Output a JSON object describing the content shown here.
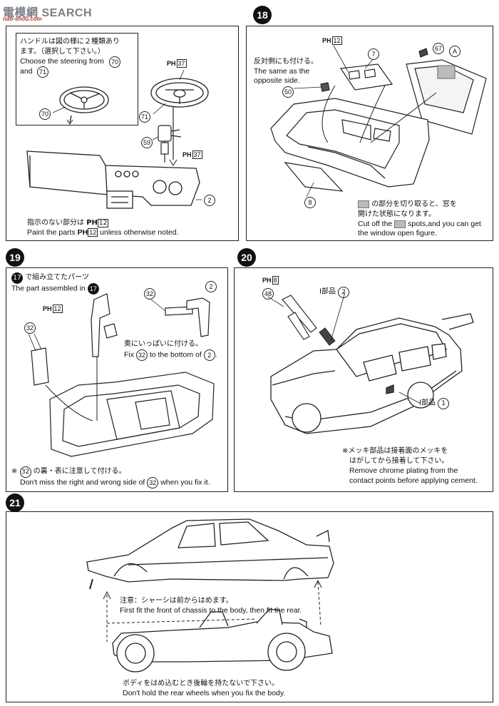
{
  "header": {
    "logo_text": "電模網  SEARCH",
    "logo_url": "nao-shou.com"
  },
  "steps": {
    "s17": {
      "jp_note": "ハンドルは図の様に２種類あり",
      "jp_note2": "ます。（選択して下さい。）",
      "en_note1": "Choose the steering from",
      "part_a": "70",
      "en_and": "and",
      "part_b": "71",
      "paint_bottom_jp": "指示のない部分は",
      "paint_bottom_code": "12",
      "paint_bottom_en1": "Paint the parts",
      "paint_bottom_en2": "unless otherwise noted.",
      "parts": [
        "70",
        "71",
        "59",
        "2"
      ],
      "paint_code_37": "37"
    },
    "s18": {
      "number": "18",
      "jp1": "反対側にも付ける。",
      "en1": "The same as the",
      "en2": "opposite side.",
      "paint_code": "12",
      "parts": [
        "7",
        "67",
        "A",
        "50",
        "8"
      ],
      "cut_jp1": "の部分を切り取ると、窓を",
      "cut_jp2": "開けた状態になります。",
      "cut_en1a": "Cut off the",
      "cut_en1b": "spots,and you can get",
      "cut_en2": "the window open figure."
    },
    "s19": {
      "number": "19",
      "ref_part": "17",
      "jp1": "で組み立てたパーツ",
      "en1": "The part assembled in",
      "paint_code": "12",
      "parts": [
        "32",
        "2",
        "32"
      ],
      "fix_jp": "奥にいっぱいに付ける。",
      "fix_en_a": "Fix",
      "fix_en_b": "to the bottom of",
      "fix_part_a": "32",
      "fix_part_b": "2",
      "note_jp": "の裏・表に注意して付ける。",
      "note_en_a": "Don't miss the right and wrong side of",
      "note_en_b": "when you fix it.",
      "note_part": "32"
    },
    "s20": {
      "number": "20",
      "paint_code": "8",
      "part_48": "48",
      "label_i2": "I部品",
      "part_2": "2",
      "label_i1": "I部品",
      "part_1": "1",
      "note_jp1": "※メッキ部品は接着面のメッキを",
      "note_jp2": "はがしてから接着して下さい。",
      "note_en1": "Remove chrome plating from the",
      "note_en2": "contact points before applying cement."
    },
    "s21": {
      "number": "21",
      "note1_jp": "注意：シャーシは前からはめます。",
      "note1_en": "First fit the front of chassis to the body, then fit the rear.",
      "note2_jp": "ボディをはめ込むとき後輪を持たないで下さい。",
      "note2_en": "Don't  hold the rear wheels when you fix the body."
    }
  },
  "paint_prefix": "PH"
}
